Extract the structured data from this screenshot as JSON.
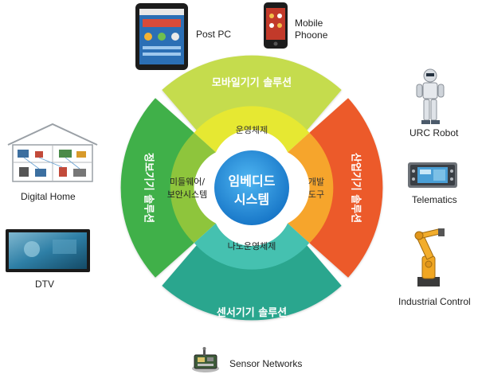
{
  "center": {
    "line1": "임베디드",
    "line2": "시스템"
  },
  "outer_ring": {
    "top": "모바일기기 솔루션",
    "right": "산업기기 솔루션",
    "bottom": "센서기기 솔루션",
    "left": "정보기기 솔루션"
  },
  "inner_ring": {
    "top": "운영체제",
    "right_line1": "개발",
    "right_line2": "도구",
    "bottom": "나노운영체제",
    "left_line1": "미들웨어/",
    "left_line2": "보안시스템"
  },
  "devices": {
    "post_pc": "Post PC",
    "mobile_line1": "Mobile",
    "mobile_line2": "Phoone",
    "urc_robot": "URC Robot",
    "telematics": "Telematics",
    "industrial_control": "Industrial Control",
    "sensor_networks": "Sensor Networks",
    "dtv": "DTV",
    "digital_home": "Digital Home"
  },
  "colors": {
    "top_outer": "#c5dc4e",
    "top_inner": "#e6e832",
    "right_outer": "#ec5a2c",
    "right_inner": "#f6a52c",
    "bottom_outer": "#2aa68e",
    "bottom_inner": "#45c1b0",
    "left_outer": "#3fb04a",
    "left_inner": "#8ec53c",
    "center": "#1e90d8"
  }
}
